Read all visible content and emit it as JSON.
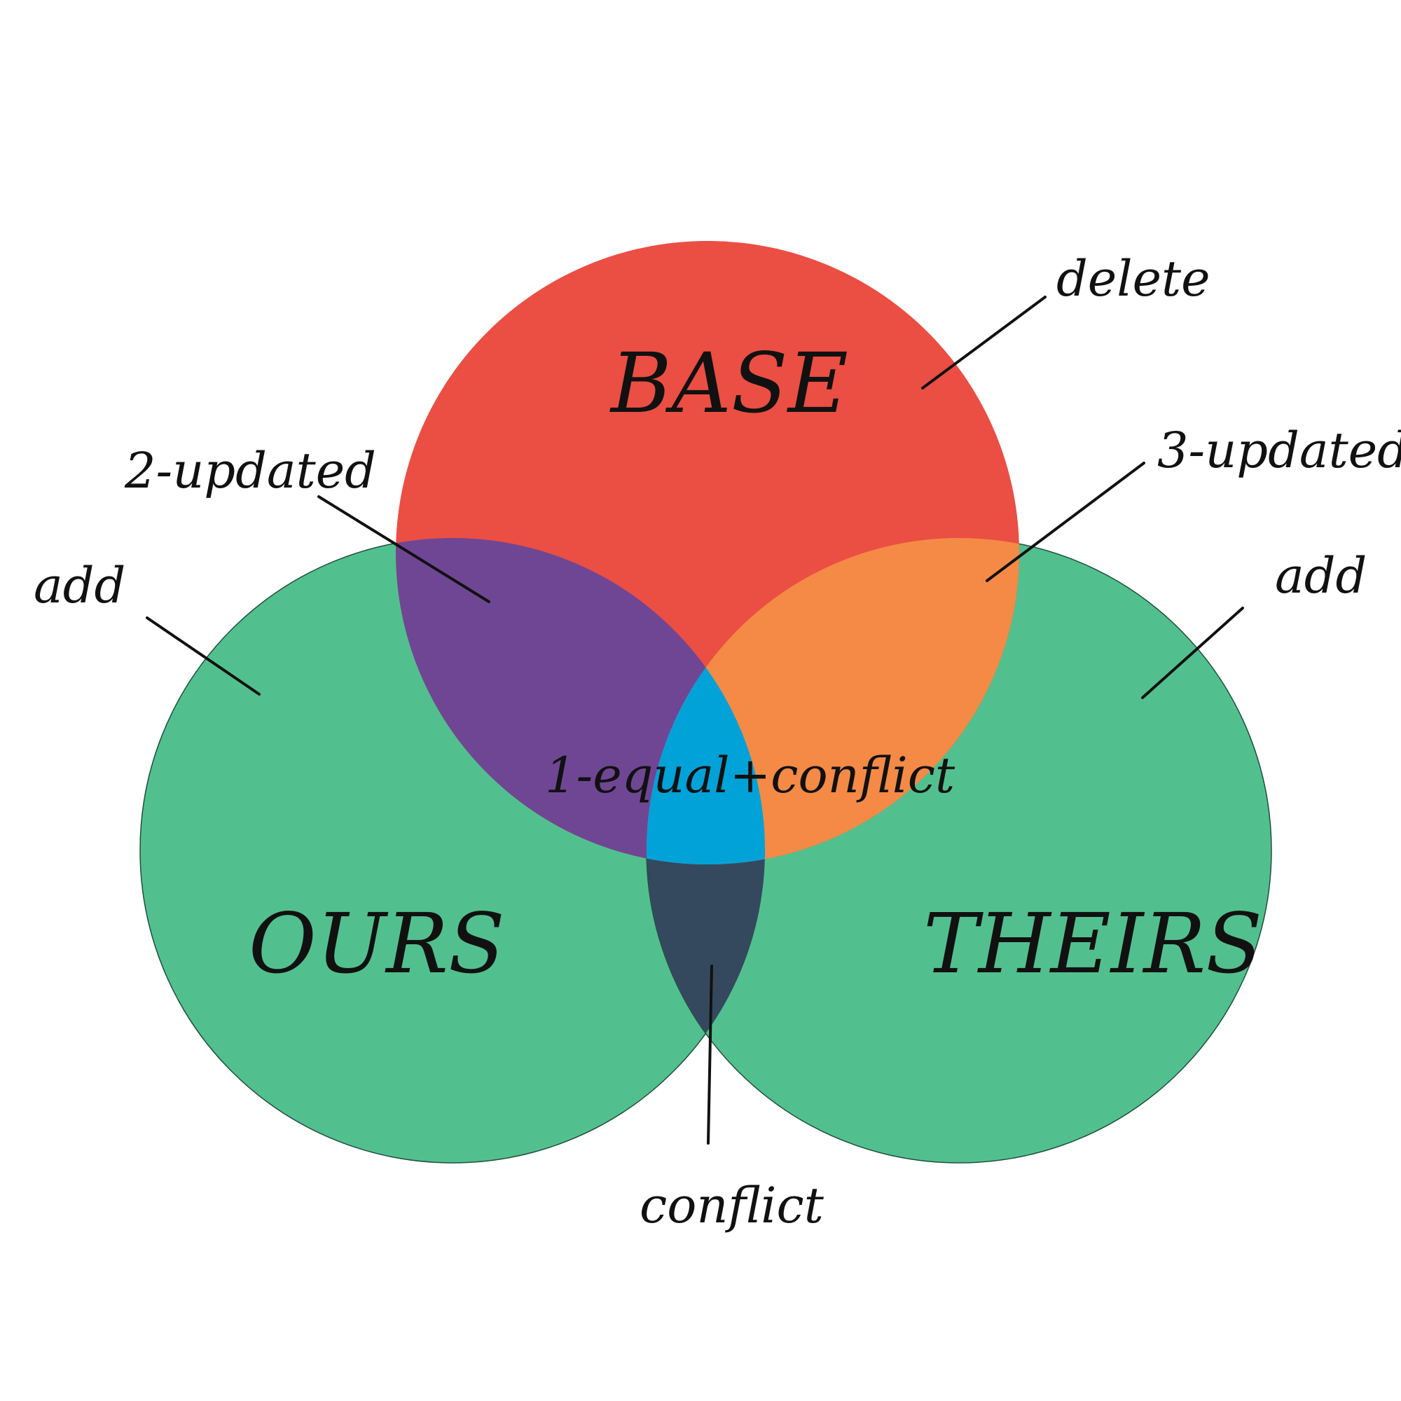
{
  "colors": {
    "base": "#EB4E43",
    "ours": "#52C08E",
    "theirs": "#52C08E",
    "base_ours": "#6F4694",
    "base_theirs": "#F48A46",
    "all_three": "#00A2D8",
    "ours_theirs": "#35495E",
    "text": "#111111"
  },
  "sets": {
    "base": "BASE",
    "ours": "OURS",
    "theirs": "THEIRS"
  },
  "annotations": {
    "delete": "delete",
    "add_ours": "add",
    "add_theirs": "add",
    "updated_2": "2-updated",
    "updated_3": "3-updated",
    "equal_conflict": "1-equal+conflict",
    "conflict": "conflict"
  }
}
